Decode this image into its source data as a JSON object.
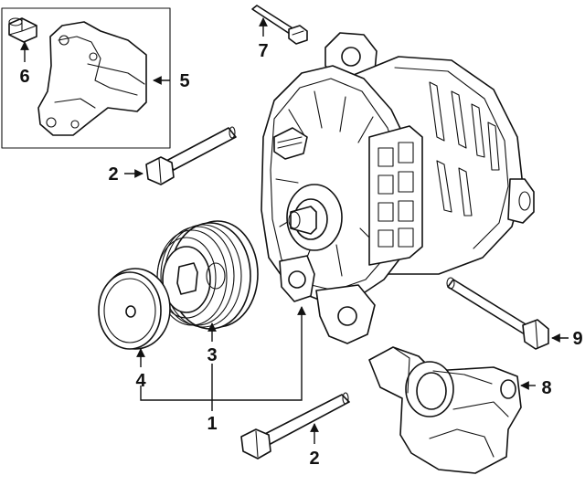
{
  "callouts": {
    "c1": "1",
    "c2a": "2",
    "c2b": "2",
    "c3": "3",
    "c4": "4",
    "c5": "5",
    "c6": "6",
    "c7": "7",
    "c8": "8",
    "c9": "9"
  },
  "colors": {
    "line": "#111111",
    "background": "#ffffff"
  }
}
